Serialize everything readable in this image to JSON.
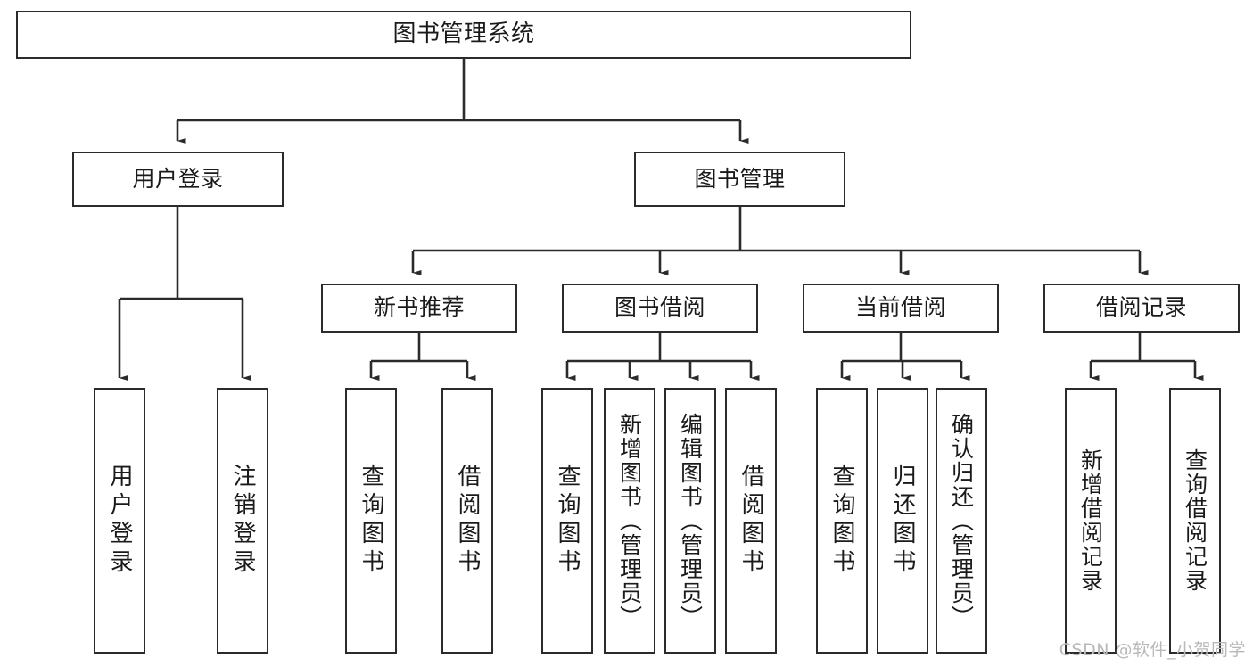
{
  "diagram": {
    "title": "图书管理系统",
    "watermark": "CSDN @软件_小贺同学",
    "root": {
      "label": "图书管理系统"
    },
    "level2": [
      {
        "label": "用户登录"
      },
      {
        "label": "图书管理"
      }
    ],
    "level3": [
      {
        "label": "新书推荐"
      },
      {
        "label": "图书借阅"
      },
      {
        "label": "当前借阅"
      },
      {
        "label": "借阅记录"
      }
    ],
    "leaves": {
      "user_login": [
        {
          "label": "用户登录"
        },
        {
          "label": "注销登录"
        }
      ],
      "new_book": [
        {
          "label": "查询图书"
        },
        {
          "label": "借阅图书"
        }
      ],
      "book_borrow": [
        {
          "label": "查询图书"
        },
        {
          "label": "新增图书（管理员）"
        },
        {
          "label": "编辑图书（管理员）"
        },
        {
          "label": "借阅图书"
        }
      ],
      "current_borrow": [
        {
          "label": "查询图书"
        },
        {
          "label": "归还图书"
        },
        {
          "label": "确认归还（管理员）"
        }
      ],
      "borrow_record": [
        {
          "label": "新增借阅记录"
        },
        {
          "label": "查询借阅记录"
        }
      ]
    }
  },
  "colors": {
    "stroke": "#2b2b2b",
    "fill": "#ffffff",
    "text": "#1a1a1a",
    "watermark": "#b9b9b9"
  }
}
